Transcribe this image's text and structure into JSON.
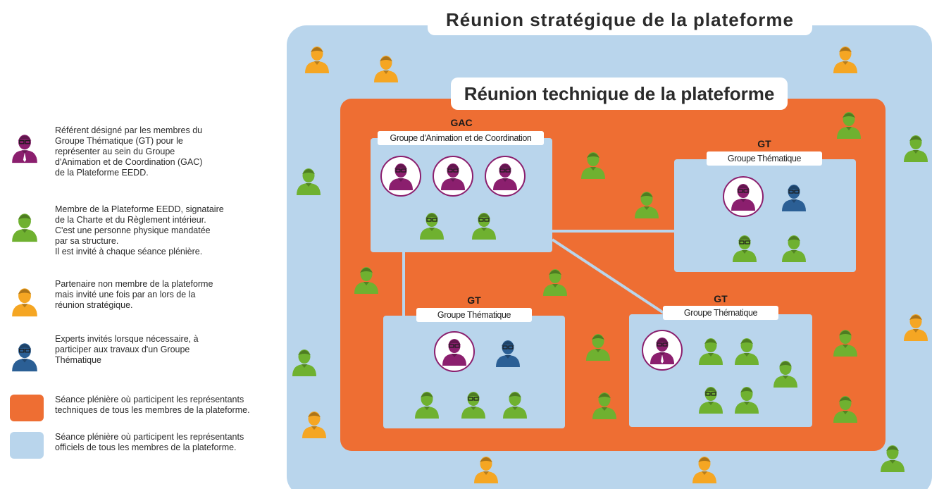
{
  "strategic_title": "Réunion stratégique de la plateforme",
  "technical_title": "Réunion technique de la plateforme",
  "gac": {
    "tag": "GAC",
    "label": "Groupe d'Animation et de Coordination"
  },
  "gt_groups": [
    {
      "tag": "GT",
      "label": "Groupe Thématique"
    },
    {
      "tag": "GT",
      "label": "Groupe Thématique"
    },
    {
      "tag": "GT",
      "label": "Groupe Thématique"
    }
  ],
  "legend": [
    {
      "icon": "referent-person-icon",
      "text": "Référent désigné par les membres du\nGroupe Thématique (GT) pour le\nreprésenter au sein du Groupe\nd'Animation et de Coordination (GAC)\nde la Plateforme EEDD."
    },
    {
      "icon": "member-person-icon",
      "text": "Membre de la Plateforme EEDD, signataire\nde la Charte et du Règlement intérieur.\nC'est une personne physique mandatée\npar sa structure.\nIl est invité à chaque séance plénière."
    },
    {
      "icon": "partner-person-icon",
      "text": "Partenaire non membre de la plateforme\nmais invité une fois par an lors de la\nréunion stratégique."
    },
    {
      "icon": "expert-person-icon",
      "text": "Experts invités lorsque nécessaire, à\nparticiper aux travaux d'un Groupe\nThématique"
    },
    {
      "icon": "orange-swatch",
      "text": "Séance plénière où participent les représentants\ntechniques de tous les membres de la plateforme."
    },
    {
      "icon": "blue-swatch",
      "text": "Séance plénière où participent les représentants\nofficiels de tous les membres de la plateforme."
    }
  ],
  "colors": {
    "strategic_bg": "#b9d5ec",
    "technical_bg": "#ee6e33",
    "group_bg": "#b9d5ec",
    "referent": "#8b1f6e",
    "member": "#6fb130",
    "partner": "#f5a623",
    "expert": "#2b5f95"
  }
}
